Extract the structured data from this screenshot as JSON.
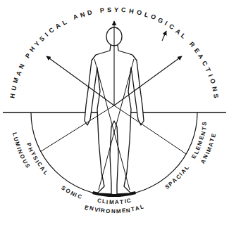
{
  "diagram": {
    "labels": [
      "HUMAN PHYSICAL AND PSYCHOLOGICAL REACTIONS",
      "LUMINOUS",
      "PHYSICAL",
      "SONIC",
      "CLIMATIC",
      "ENVIRONMENTAL",
      "SPACIAL",
      "ANIMATE",
      "ELEMENTS"
    ]
  }
}
